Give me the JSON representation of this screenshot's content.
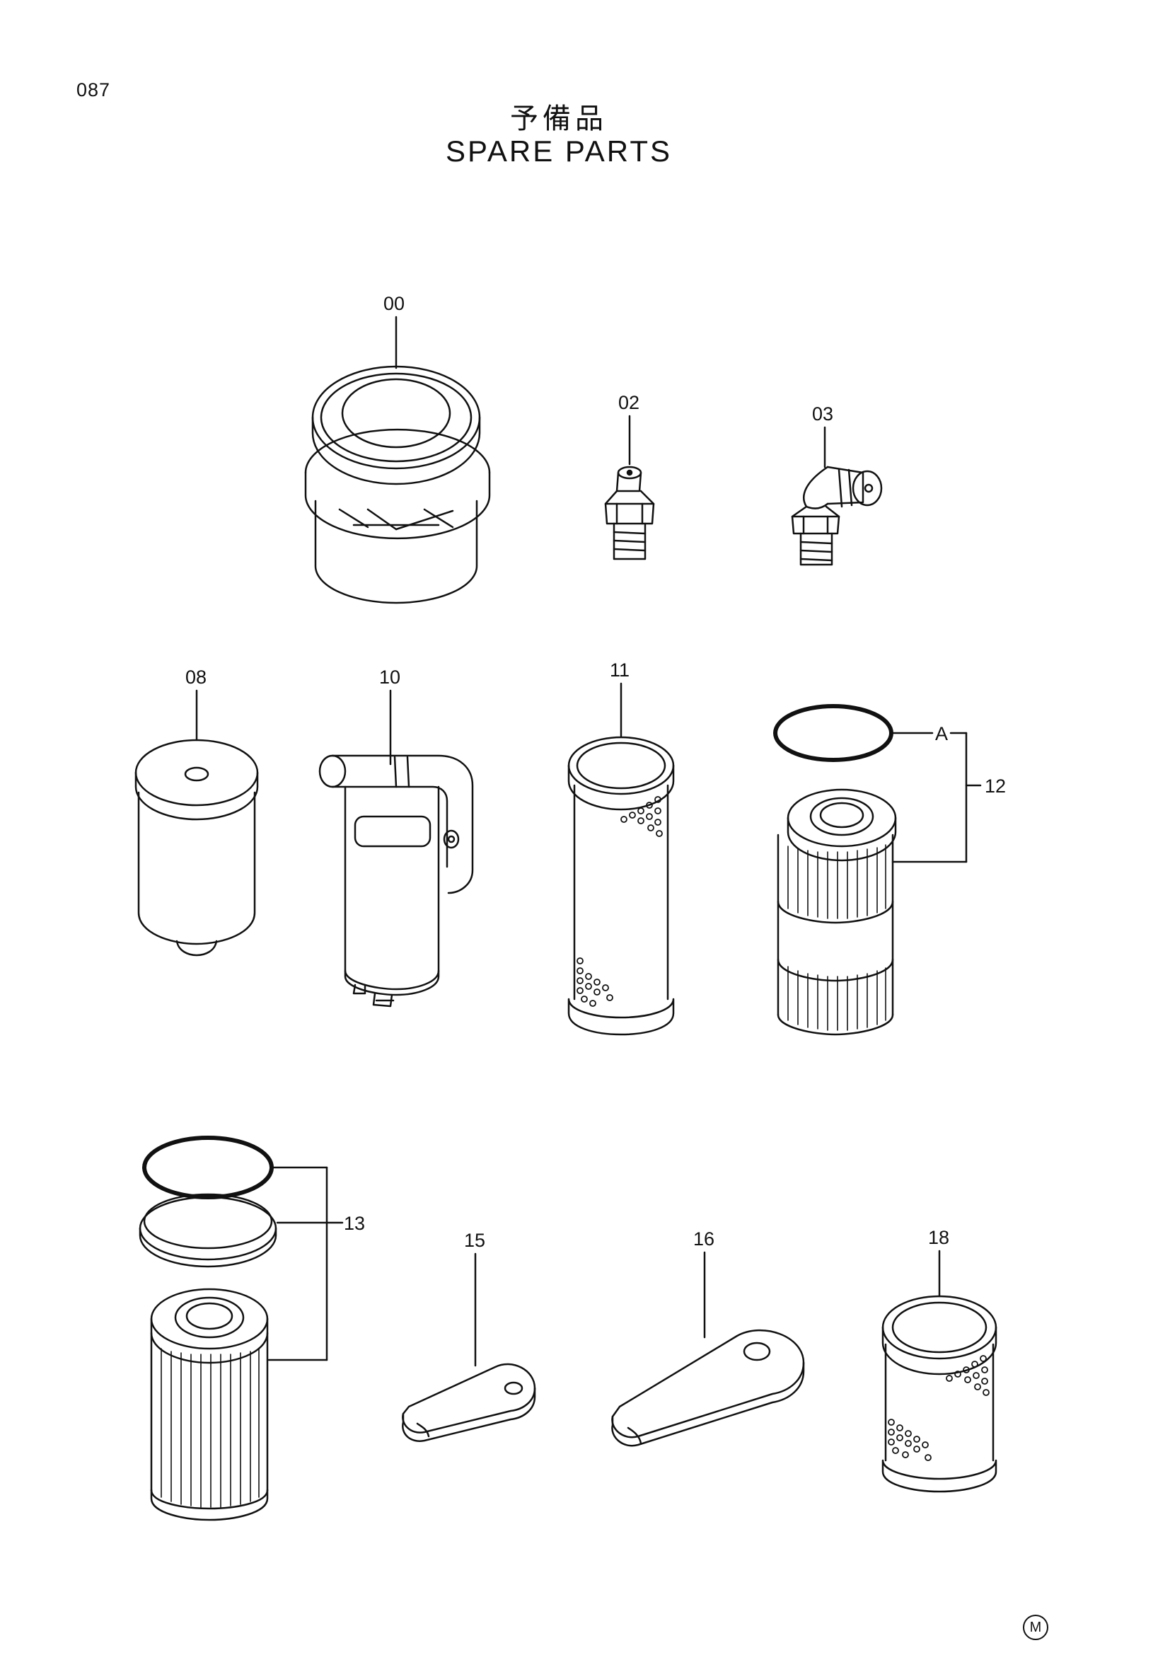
{
  "page_number": "087",
  "title_jp": "予備品",
  "title_en": "SPARE PARTS",
  "parts": [
    {
      "id": "00"
    },
    {
      "id": "02"
    },
    {
      "id": "03"
    },
    {
      "id": "08"
    },
    {
      "id": "10"
    },
    {
      "id": "11"
    },
    {
      "id": "12"
    },
    {
      "id": "13"
    },
    {
      "id": "15"
    },
    {
      "id": "16"
    },
    {
      "id": "18"
    }
  ],
  "callouts": {
    "a": "A"
  },
  "corner_mark": "M",
  "colors": {
    "ink": "#111111",
    "paper": "#ffffff"
  }
}
